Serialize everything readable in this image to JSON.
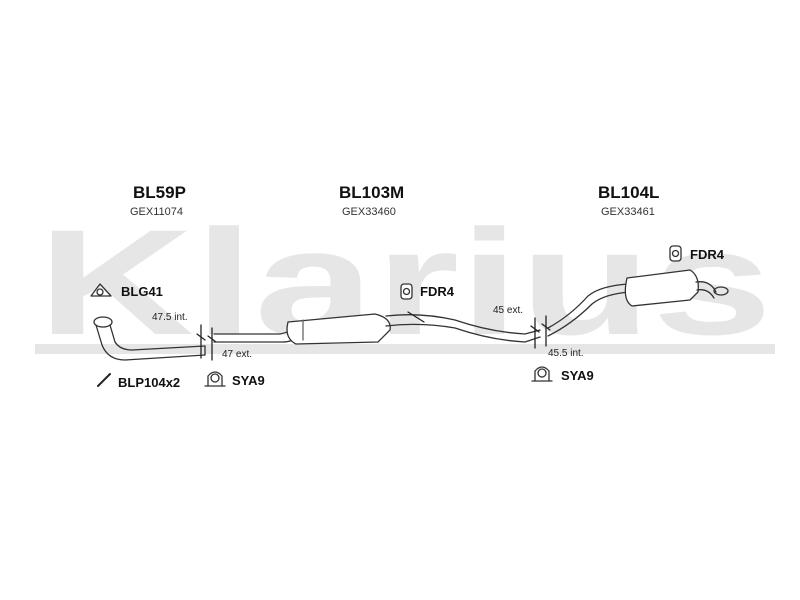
{
  "watermark": {
    "text": "Klarius"
  },
  "sections": [
    {
      "part_code": "BL59P",
      "ref_code": "GEX11074"
    },
    {
      "part_code": "BL103M",
      "ref_code": "GEX33460"
    },
    {
      "part_code": "BL104L",
      "ref_code": "GEX33461"
    }
  ],
  "fittings": {
    "blg41": "BLG41",
    "blp104": "BLP104x2",
    "sya9_left": "SYA9",
    "fdr4_mid": "FDR4",
    "fdr4_right": "FDR4",
    "sya9_right": "SYA9"
  },
  "measurements": {
    "m1": "47.5 int.",
    "m2": "47 ext.",
    "m3": "45 ext.",
    "m4": "45.5 int."
  }
}
